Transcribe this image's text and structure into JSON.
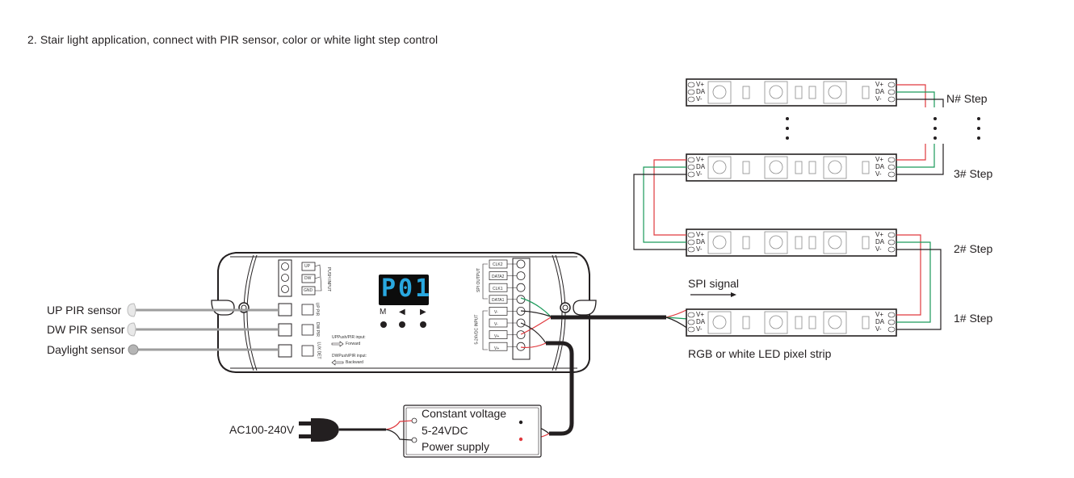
{
  "title": "2. Stair light application, connect with PIR sensor, color or white light step control",
  "sensors": [
    {
      "label": "UP PIR sensor",
      "icon": "pir-sensor-icon"
    },
    {
      "label": "DW PIR sensor",
      "icon": "pir-sensor-icon"
    },
    {
      "label": "Daylight sensor",
      "icon": "daylight-sensor-icon"
    }
  ],
  "controller": {
    "display": "P01",
    "buttons": [
      "M",
      "◀",
      "▶"
    ],
    "left_terminals": [
      "UP",
      "DW",
      "GND"
    ],
    "left_group_label": "PUSH INPUT",
    "sensor_ports": [
      "UP PIR",
      "DW PIR",
      "LUX DET"
    ],
    "up_note": "UPPush/PIR input:",
    "up_dir": "Forward",
    "dw_note": "DWPush/PIR input:",
    "dw_dir": "Backward",
    "spi_output_label": "SPI OUTPUT",
    "spi_terminals": [
      "CLK2",
      "DATA2",
      "CLK1",
      "DATA1"
    ],
    "dc_input_label": "5-24VDC INPUT",
    "dc_terminals": [
      "V-",
      "V-",
      "V+",
      "V+"
    ]
  },
  "power": {
    "ac_label": "AC100-240V",
    "line1": "Constant voltage",
    "line2": "5-24VDC",
    "line3": "Power supply"
  },
  "signal_label": "SPI signal",
  "strip_label": "RGB or white LED pixel strip",
  "strip_pins_left": [
    "V+",
    "DA",
    "V-"
  ],
  "strip_pins_right": [
    "V+",
    "DA",
    "V-"
  ],
  "steps": [
    "N# Step",
    "3# Step",
    "2# Step",
    "1# Step"
  ],
  "colors": {
    "red": "#e0393e",
    "green": "#1a9a5a",
    "black": "#231f20",
    "gray": "#9d9d9d",
    "display": "#29a8e0"
  }
}
